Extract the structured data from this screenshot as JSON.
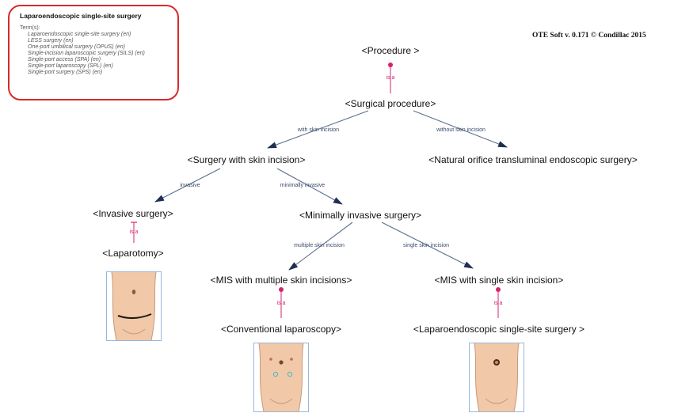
{
  "term_box": {
    "title": "Laparoendoscopic single-site surgery",
    "heading": "Term(s):",
    "terms": [
      "Laparoendoscopic single-site surgery (en)",
      "LESS surgery (en)",
      "One-port umbilical surgery (OPUS) (en)",
      "Single-incision laparoscopic surgery (SILS) (en)",
      "Single-port access (SPA) (en)",
      "Single-port laparoscopy (SPL) (en)",
      "Single-port surgery (SPS) (en)"
    ]
  },
  "copyright": "OTE Soft v. 0.171 © Condillac 2015",
  "nodes": {
    "procedure": "<Procedure >",
    "surgical_procedure": "<Surgical procedure>",
    "surgery_with_skin_incision": "<Surgery with skin incision>",
    "notes": "<Natural orifice transluminal endoscopic surgery>",
    "invasive_surgery": "<Invasive surgery>",
    "minimally_invasive_surgery": "<Minimally invasive surgery>",
    "laparotomy": "<Laparotomy>",
    "mis_multiple": "<MIS with multiple skin incisions>",
    "mis_single": "<MIS with single skin incision>",
    "conventional_laparoscopy": "<Conventional laparoscopy>",
    "less": "<Laparoendoscopic single-site surgery >"
  },
  "edge_labels": {
    "with_skin_incision": "with skin incision",
    "without_skin_incision": "without skin incision",
    "invasive": "invasive",
    "minimally_invasive": "minimally invasive",
    "multiple_skin_incision": "multiple skin incision",
    "single_skin_incision": "single skin incision",
    "is_a": "is a"
  },
  "colors": {
    "term_box_border": "#d62a2a",
    "edge": "#5a6f8f",
    "arrowhead": "#1f2f52",
    "is_a": "#d4236b",
    "illustration_border": "#9ab6d8",
    "skin": "#f1c9a8"
  },
  "illustrations": {
    "laparotomy": "laparotomy-incision-image",
    "conventional_laparoscopy": "multi-port-laparoscopy-image",
    "less": "single-port-umbilical-image"
  }
}
